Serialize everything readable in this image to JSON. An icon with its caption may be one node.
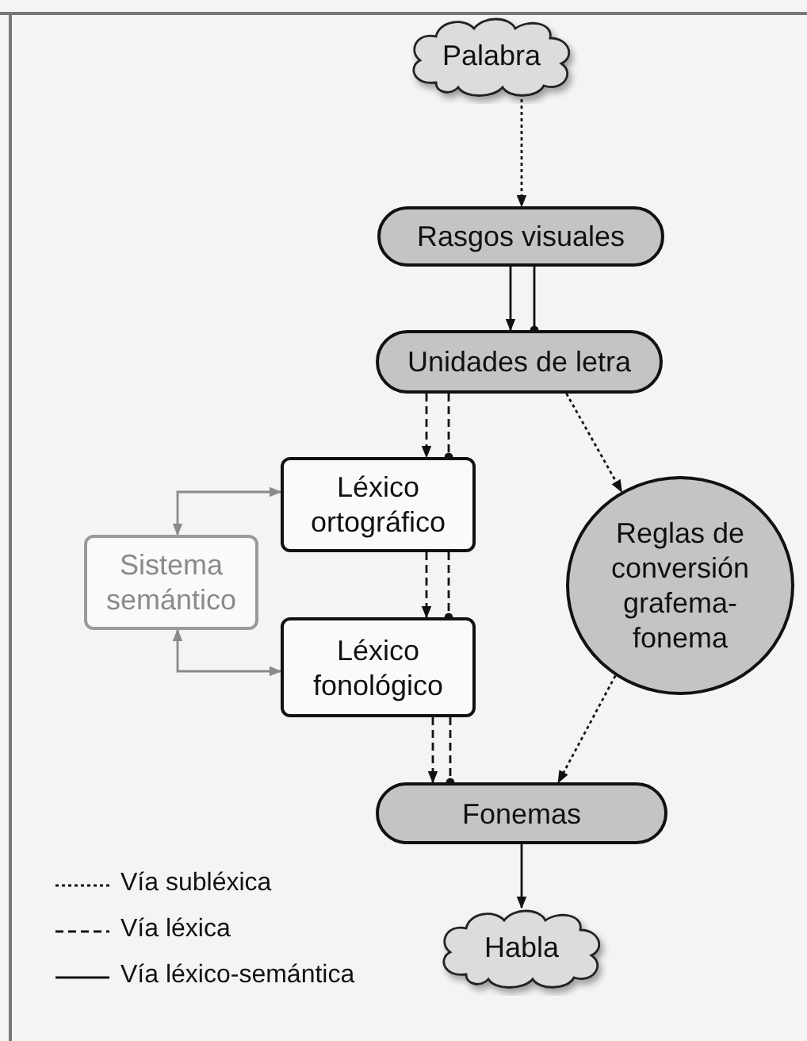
{
  "diagram": {
    "nodes": [
      {
        "text": [
          "Palabra"
        ]
      },
      {
        "text": [
          "Rasgos visuales"
        ]
      },
      {
        "text": [
          "Unidades de letra"
        ]
      },
      {
        "text": [
          "Léxico ortográfico"
        ]
      },
      {
        "text": [
          "Sistema semántico"
        ]
      },
      {
        "text": [
          "Léxico fonológico"
        ]
      },
      {
        "text": [
          "Reglas de conversión grafema-fonema"
        ]
      },
      {
        "text": [
          "Fonemas"
        ]
      },
      {
        "text": [
          "Habla"
        ]
      }
    ],
    "edges": [
      {
        "from": 0,
        "to": 1,
        "arrow": "to",
        "style": "dashed"
      },
      {
        "from": 1,
        "to": 2,
        "arrow": "to"
      },
      {
        "from": 1,
        "to": 2,
        "arrow": "other"
      },
      {
        "from": 2,
        "to": 3,
        "arrow": "to",
        "style": "dashed"
      },
      {
        "from": 2,
        "to": 3,
        "arrow": "other",
        "style": "dashed"
      },
      {
        "from": 2,
        "to": 6,
        "arrow": "to",
        "style": "dashed"
      },
      {
        "from": 3,
        "to": 5,
        "arrow": "to",
        "style": "dashed"
      },
      {
        "from": 3,
        "to": 5,
        "arrow": "other",
        "style": "dashed"
      },
      {
        "from": 4,
        "to": 3,
        "arrow": "both",
        "color": "#8a8a8a"
      },
      {
        "from": 4,
        "to": 5,
        "arrow": "both",
        "color": "#8a8a8a"
      },
      {
        "from": 5,
        "to": 7,
        "arrow": "to",
        "style": "dashed"
      },
      {
        "from": 5,
        "to": 7,
        "arrow": "other",
        "style": "dashed"
      },
      {
        "from": 6,
        "to": 7,
        "arrow": "to",
        "style": "dashed"
      },
      {
        "from": 7,
        "to": 8,
        "arrow": "to"
      }
    ],
    "legend": [
      {
        "text": "Vía subléxica"
      },
      {
        "text": "Vía léxica"
      },
      {
        "text": "Vía léxico-semántica"
      }
    ]
  }
}
